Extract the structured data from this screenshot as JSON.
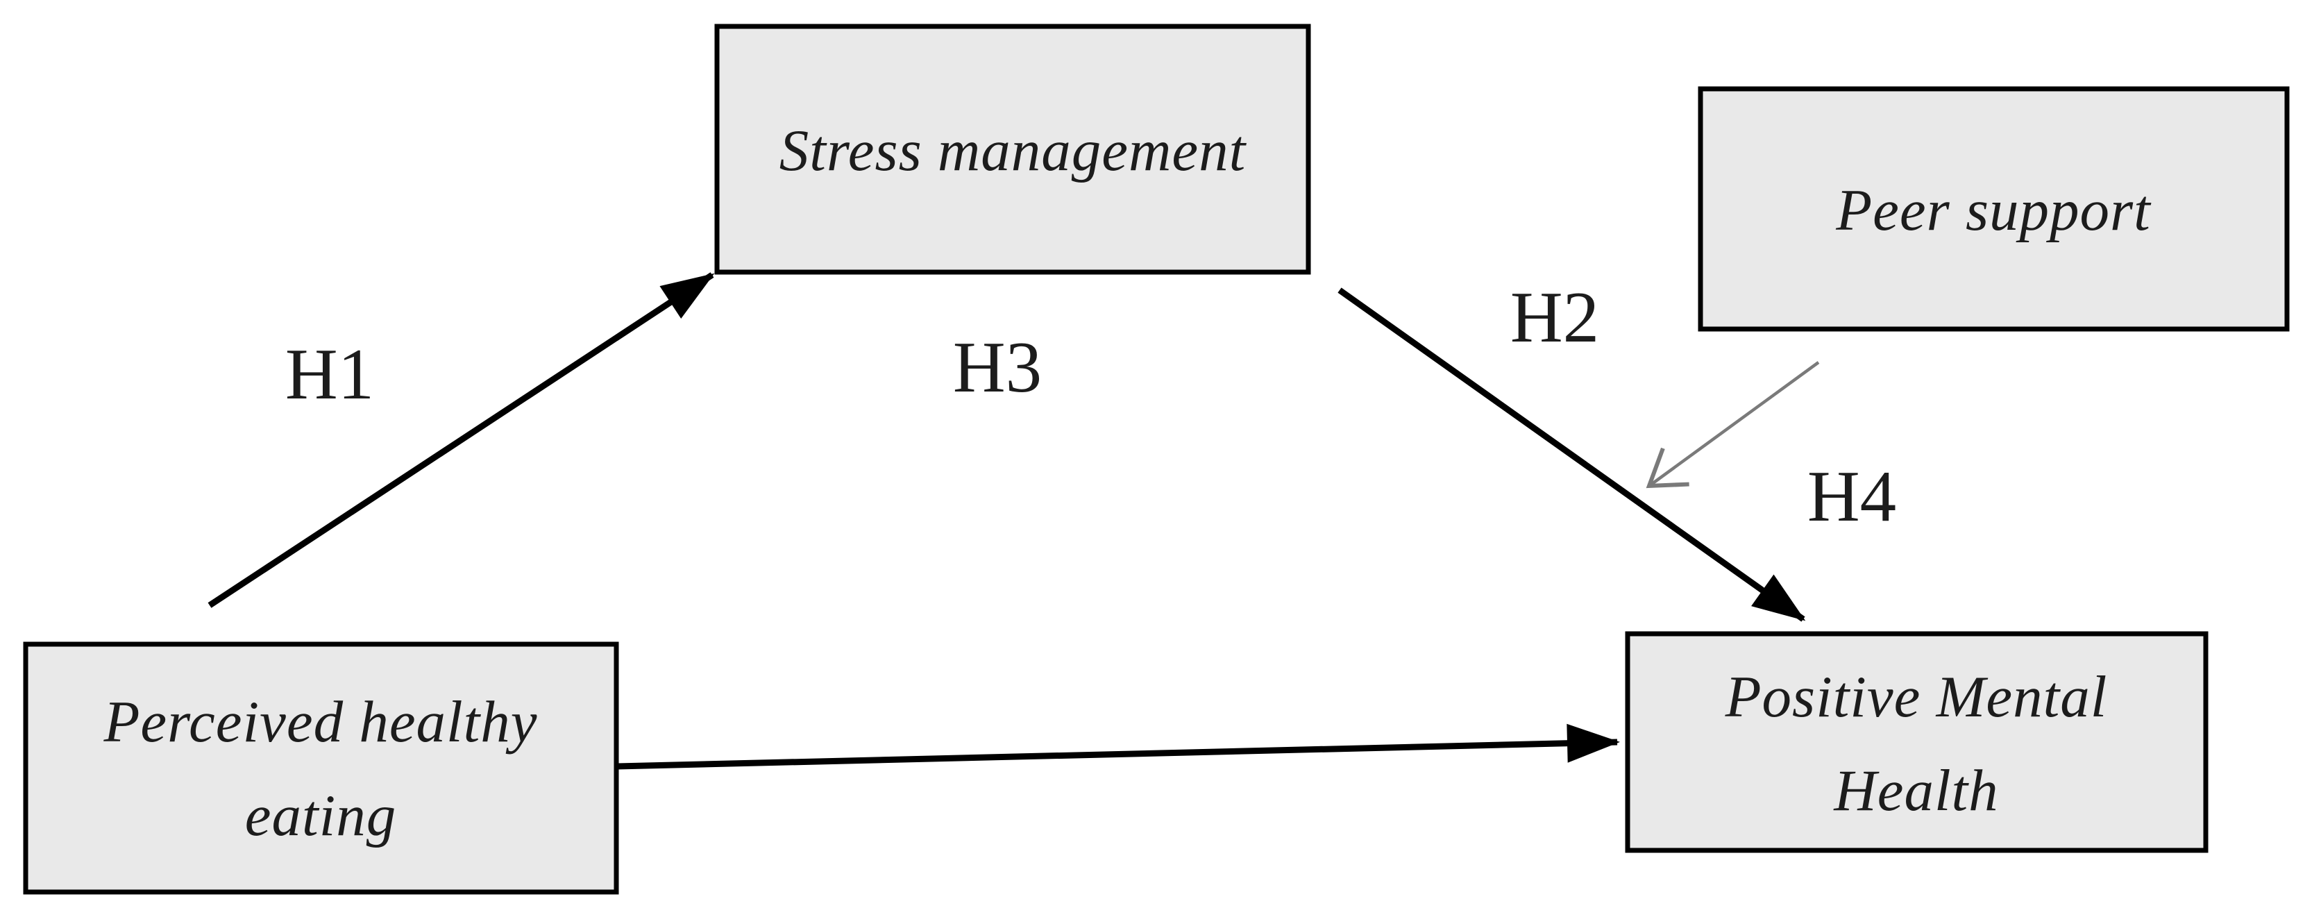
{
  "diagram": {
    "nodes": {
      "stress_management": {
        "label": "Stress management"
      },
      "peer_support": {
        "label": "Peer support"
      },
      "perceived_healthy_eating": {
        "label_line1": "Perceived healthy",
        "label_line2": "eating"
      },
      "positive_mental_health": {
        "label_line1": "Positive Mental",
        "label_line2": "Health"
      }
    },
    "hypothesis_labels": {
      "h1": "H1",
      "h2": "H2",
      "h3": "H3",
      "h4": "H4"
    },
    "colors": {
      "background": "#ffffff",
      "box_fill": "#e9e9e9",
      "box_border": "#000000",
      "arrow": "#000000",
      "moderation_arrow": "#7a7a7a",
      "text": "#1c1c1c"
    }
  }
}
